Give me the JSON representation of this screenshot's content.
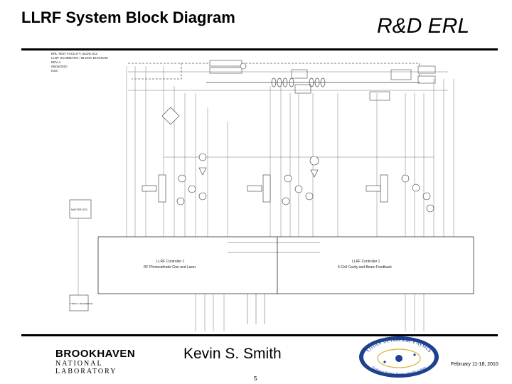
{
  "header": {
    "title": "LLRF System Block Diagram",
    "subtitle": "R&D ERL"
  },
  "diagram": {
    "info_lines": [
      "ERL TEST FACILITY, BLDG 912",
      "LLRF SCHEMATIC / BLOCK DIAGRAM",
      "REV A",
      "05/04/2010",
      "KSS"
    ],
    "controller_left": [
      "LLRF Controller 1",
      "RF Photocathode Gun and Laser"
    ],
    "controller_right": [
      "LLRF Controller 1",
      "5-Cell Cavity and Beam Feedback"
    ],
    "clock_box": "MASTER OSC",
    "timing_box": "TIMING / REFERENCE"
  },
  "footer": {
    "logo_main": "BROOKHAVEN",
    "logo_sub": "NATIONAL LABORATORY",
    "presenter": "Kevin S. Smith",
    "doe_text": "Office of Nuclear Physics",
    "doe_motto": "Exploring Nuclear Matter - Quarks to Stars",
    "date": "February 11-18, 2010",
    "page": "5"
  },
  "colors": {
    "doe_blue": "#1f3f8f",
    "doe_gold": "#d8b23a"
  }
}
